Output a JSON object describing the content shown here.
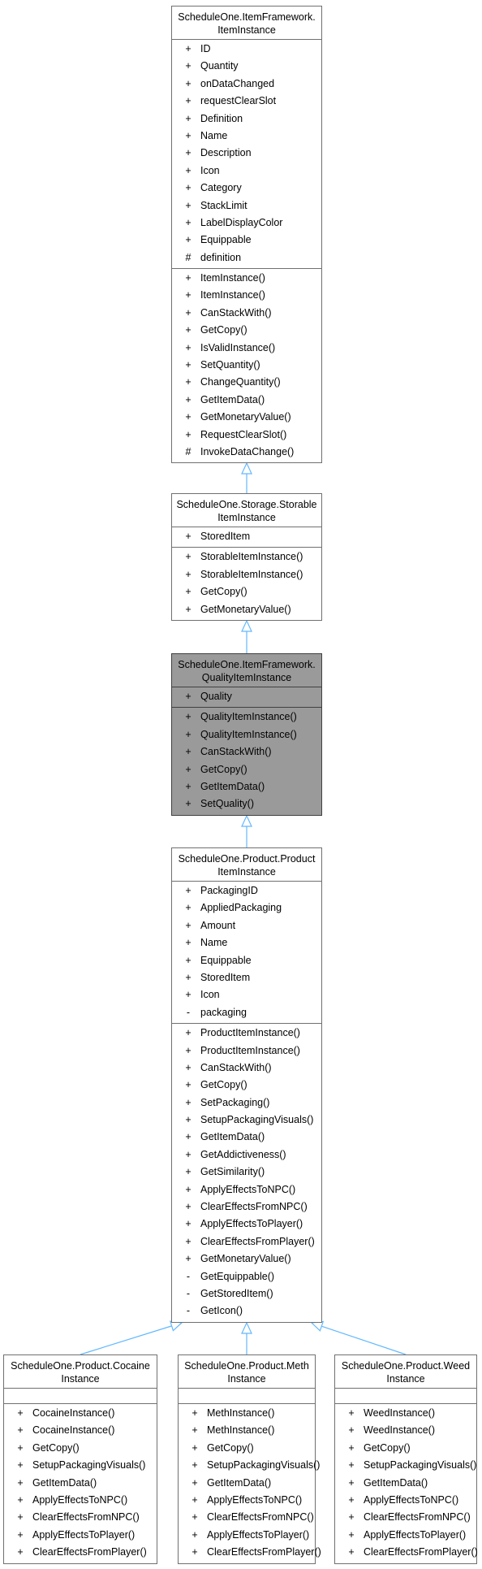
{
  "classes": [
    {
      "id": "ItemInstance",
      "title_lines": [
        "ScheduleOne.ItemFramework.",
        "ItemInstance"
      ],
      "attributes": [
        {
          "vis": "+",
          "name": "ID"
        },
        {
          "vis": "+",
          "name": "Quantity"
        },
        {
          "vis": "+",
          "name": "onDataChanged"
        },
        {
          "vis": "+",
          "name": "requestClearSlot"
        },
        {
          "vis": "+",
          "name": "Definition"
        },
        {
          "vis": "+",
          "name": "Name"
        },
        {
          "vis": "+",
          "name": "Description"
        },
        {
          "vis": "+",
          "name": "Icon"
        },
        {
          "vis": "+",
          "name": "Category"
        },
        {
          "vis": "+",
          "name": "StackLimit"
        },
        {
          "vis": "+",
          "name": "LabelDisplayColor"
        },
        {
          "vis": "+",
          "name": "Equippable"
        },
        {
          "vis": "#",
          "name": "definition"
        }
      ],
      "operations": [
        {
          "vis": "+",
          "name": "ItemInstance()"
        },
        {
          "vis": "+",
          "name": "ItemInstance()"
        },
        {
          "vis": "+",
          "name": "CanStackWith()"
        },
        {
          "vis": "+",
          "name": "GetCopy()"
        },
        {
          "vis": "+",
          "name": "IsValidInstance()"
        },
        {
          "vis": "+",
          "name": "SetQuantity()"
        },
        {
          "vis": "+",
          "name": "ChangeQuantity()"
        },
        {
          "vis": "+",
          "name": "GetItemData()"
        },
        {
          "vis": "+",
          "name": "GetMonetaryValue()"
        },
        {
          "vis": "+",
          "name": "RequestClearSlot()"
        },
        {
          "vis": "#",
          "name": "InvokeDataChange()"
        }
      ]
    },
    {
      "id": "StorableItemInstance",
      "title_lines": [
        "ScheduleOne.Storage.Storable",
        "ItemInstance"
      ],
      "attributes": [
        {
          "vis": "+",
          "name": "StoredItem"
        }
      ],
      "operations": [
        {
          "vis": "+",
          "name": "StorableItemInstance()"
        },
        {
          "vis": "+",
          "name": "StorableItemInstance()"
        },
        {
          "vis": "+",
          "name": "GetCopy()"
        },
        {
          "vis": "+",
          "name": "GetMonetaryValue()"
        }
      ]
    },
    {
      "id": "QualityItemInstance",
      "title_lines": [
        "ScheduleOne.ItemFramework.",
        "QualityItemInstance"
      ],
      "attributes": [
        {
          "vis": "+",
          "name": "Quality"
        }
      ],
      "operations": [
        {
          "vis": "+",
          "name": "QualityItemInstance()"
        },
        {
          "vis": "+",
          "name": "QualityItemInstance()"
        },
        {
          "vis": "+",
          "name": "CanStackWith()"
        },
        {
          "vis": "+",
          "name": "GetCopy()"
        },
        {
          "vis": "+",
          "name": "GetItemData()"
        },
        {
          "vis": "+",
          "name": "SetQuality()"
        }
      ]
    },
    {
      "id": "ProductItemInstance",
      "title_lines": [
        "ScheduleOne.Product.Product",
        "ItemInstance"
      ],
      "attributes": [
        {
          "vis": "+",
          "name": "PackagingID"
        },
        {
          "vis": "+",
          "name": "AppliedPackaging"
        },
        {
          "vis": "+",
          "name": "Amount"
        },
        {
          "vis": "+",
          "name": "Name"
        },
        {
          "vis": "+",
          "name": "Equippable"
        },
        {
          "vis": "+",
          "name": "StoredItem"
        },
        {
          "vis": "+",
          "name": "Icon"
        },
        {
          "vis": "-",
          "name": "packaging"
        }
      ],
      "operations": [
        {
          "vis": "+",
          "name": "ProductItemInstance()"
        },
        {
          "vis": "+",
          "name": "ProductItemInstance()"
        },
        {
          "vis": "+",
          "name": "CanStackWith()"
        },
        {
          "vis": "+",
          "name": "GetCopy()"
        },
        {
          "vis": "+",
          "name": "SetPackaging()"
        },
        {
          "vis": "+",
          "name": "SetupPackagingVisuals()"
        },
        {
          "vis": "+",
          "name": "GetItemData()"
        },
        {
          "vis": "+",
          "name": "GetAddictiveness()"
        },
        {
          "vis": "+",
          "name": "GetSimilarity()"
        },
        {
          "vis": "+",
          "name": "ApplyEffectsToNPC()"
        },
        {
          "vis": "+",
          "name": "ClearEffectsFromNPC()"
        },
        {
          "vis": "+",
          "name": "ApplyEffectsToPlayer()"
        },
        {
          "vis": "+",
          "name": "ClearEffectsFromPlayer()"
        },
        {
          "vis": "+",
          "name": "GetMonetaryValue()"
        },
        {
          "vis": "-",
          "name": "GetEquippable()"
        },
        {
          "vis": "-",
          "name": "GetStoredItem()"
        },
        {
          "vis": "-",
          "name": "GetIcon()"
        }
      ]
    },
    {
      "id": "CocaineInstance",
      "title_lines": [
        "ScheduleOne.Product.Cocaine",
        "Instance"
      ],
      "attributes": [],
      "operations": [
        {
          "vis": "+",
          "name": "CocaineInstance()"
        },
        {
          "vis": "+",
          "name": "CocaineInstance()"
        },
        {
          "vis": "+",
          "name": "GetCopy()"
        },
        {
          "vis": "+",
          "name": "SetupPackagingVisuals()"
        },
        {
          "vis": "+",
          "name": "GetItemData()"
        },
        {
          "vis": "+",
          "name": "ApplyEffectsToNPC()"
        },
        {
          "vis": "+",
          "name": "ClearEffectsFromNPC()"
        },
        {
          "vis": "+",
          "name": "ApplyEffectsToPlayer()"
        },
        {
          "vis": "+",
          "name": "ClearEffectsFromPlayer()"
        }
      ]
    },
    {
      "id": "MethInstance",
      "title_lines": [
        "ScheduleOne.Product.Meth",
        "Instance"
      ],
      "attributes": [],
      "operations": [
        {
          "vis": "+",
          "name": "MethInstance()"
        },
        {
          "vis": "+",
          "name": "MethInstance()"
        },
        {
          "vis": "+",
          "name": "GetCopy()"
        },
        {
          "vis": "+",
          "name": "SetupPackagingVisuals()"
        },
        {
          "vis": "+",
          "name": "GetItemData()"
        },
        {
          "vis": "+",
          "name": "ApplyEffectsToNPC()"
        },
        {
          "vis": "+",
          "name": "ClearEffectsFromNPC()"
        },
        {
          "vis": "+",
          "name": "ApplyEffectsToPlayer()"
        },
        {
          "vis": "+",
          "name": "ClearEffectsFromPlayer()"
        }
      ]
    },
    {
      "id": "WeedInstance",
      "title_lines": [
        "ScheduleOne.Product.Weed",
        "Instance"
      ],
      "attributes": [],
      "operations": [
        {
          "vis": "+",
          "name": "WeedInstance()"
        },
        {
          "vis": "+",
          "name": "WeedInstance()"
        },
        {
          "vis": "+",
          "name": "GetCopy()"
        },
        {
          "vis": "+",
          "name": "SetupPackagingVisuals()"
        },
        {
          "vis": "+",
          "name": "GetItemData()"
        },
        {
          "vis": "+",
          "name": "ApplyEffectsToNPC()"
        },
        {
          "vis": "+",
          "name": "ClearEffectsFromNPC()"
        },
        {
          "vis": "+",
          "name": "ApplyEffectsToPlayer()"
        },
        {
          "vis": "+",
          "name": "ClearEffectsFromPlayer()"
        }
      ]
    }
  ],
  "edges": [
    {
      "from": "StorableItemInstance",
      "to": "ItemInstance",
      "kind": "inheritance"
    },
    {
      "from": "QualityItemInstance",
      "to": "StorableItemInstance",
      "kind": "inheritance"
    },
    {
      "from": "ProductItemInstance",
      "to": "QualityItemInstance",
      "kind": "inheritance"
    },
    {
      "from": "CocaineInstance",
      "to": "ProductItemInstance",
      "kind": "inheritance"
    },
    {
      "from": "MethInstance",
      "to": "ProductItemInstance",
      "kind": "inheritance"
    },
    {
      "from": "WeedInstance",
      "to": "ProductItemInstance",
      "kind": "inheritance"
    }
  ],
  "colors": {
    "edge": "#63b8ff",
    "focus_fill": "#9a9a9a",
    "box_border": "#707070"
  },
  "focus_class": "QualityItemInstance"
}
